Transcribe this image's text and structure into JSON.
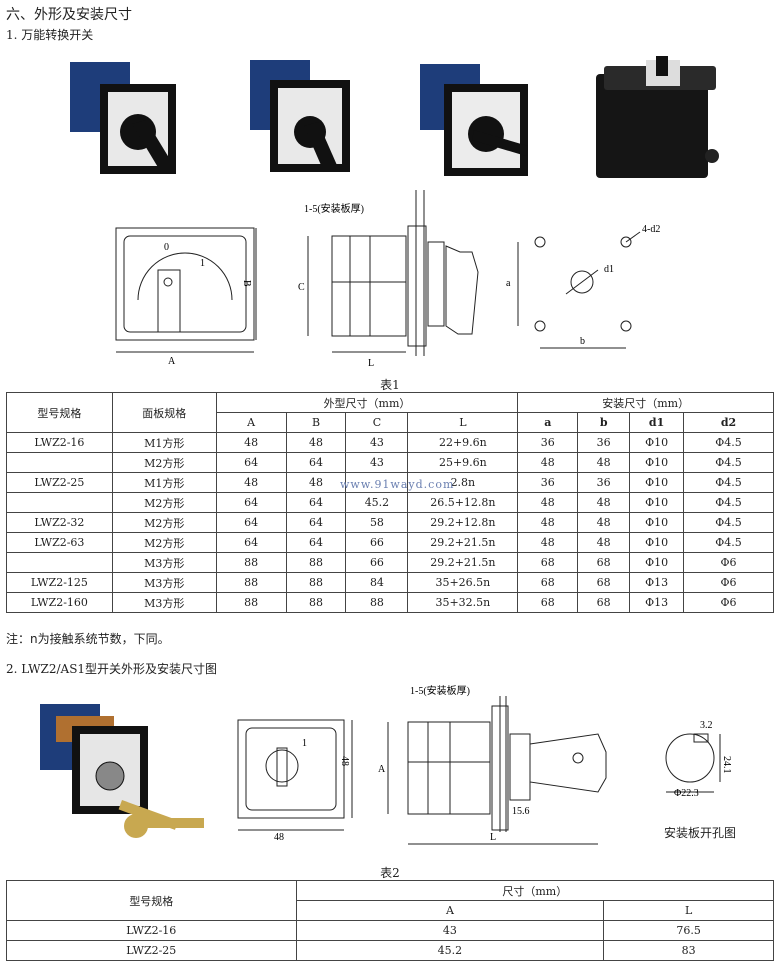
{
  "section_title": "六、外形及安装尺寸",
  "sub1_title": "1. 万能转换开关",
  "drawing1": {
    "label_A": "A",
    "label_B": "B",
    "label_C": "C",
    "label_L": "L",
    "label_a": "a",
    "label_b": "b",
    "label_d1": "d1",
    "label_4d2": "4-d2",
    "panel_thickness": "1-5(安装板厚)",
    "dial_0": "0",
    "dial_1": "1"
  },
  "table1": {
    "caption": "表1",
    "col_model": "型号规格",
    "col_panel": "面板规格",
    "group_outer": "外型尺寸（mm）",
    "group_install": "安装尺寸（mm）",
    "sub_headers": [
      "A",
      "B",
      "C",
      "L",
      "a",
      "b",
      "d1",
      "d2"
    ],
    "rows": [
      {
        "model": "LWZ2-16",
        "panel": "M1方形",
        "A": "48",
        "B": "48",
        "C": "43",
        "L": "22+9.6n",
        "a": "36",
        "b": "36",
        "d1": "Φ10",
        "d2": "Φ4.5"
      },
      {
        "model": "",
        "panel": "M2方形",
        "A": "64",
        "B": "64",
        "C": "43",
        "L": "25+9.6n",
        "a": "48",
        "b": "48",
        "d1": "Φ10",
        "d2": "Φ4.5"
      },
      {
        "model": "LWZ2-25",
        "panel": "M1方形",
        "A": "48",
        "B": "48",
        "C": "",
        "L": "2.8n",
        "a": "36",
        "b": "36",
        "d1": "Φ10",
        "d2": "Φ4.5"
      },
      {
        "model": "",
        "panel": "M2方形",
        "A": "64",
        "B": "64",
        "C": "45.2",
        "L": "26.5+12.8n",
        "a": "48",
        "b": "48",
        "d1": "Φ10",
        "d2": "Φ4.5"
      },
      {
        "model": "LWZ2-32",
        "panel": "M2方形",
        "A": "64",
        "B": "64",
        "C": "58",
        "L": "29.2+12.8n",
        "a": "48",
        "b": "48",
        "d1": "Φ10",
        "d2": "Φ4.5"
      },
      {
        "model": "LWZ2-63",
        "panel": "M2方形",
        "A": "64",
        "B": "64",
        "C": "66",
        "L": "29.2+21.5n",
        "a": "48",
        "b": "48",
        "d1": "Φ10",
        "d2": "Φ4.5"
      },
      {
        "model": "",
        "panel": "M3方形",
        "A": "88",
        "B": "88",
        "C": "66",
        "L": "29.2+21.5n",
        "a": "68",
        "b": "68",
        "d1": "Φ10",
        "d2": "Φ6"
      },
      {
        "model": "LWZ2-125",
        "panel": "M3方形",
        "A": "88",
        "B": "88",
        "C": "84",
        "L": "35+26.5n",
        "a": "68",
        "b": "68",
        "d1": "Φ13",
        "d2": "Φ6"
      },
      {
        "model": "LWZ2-160",
        "panel": "M3方形",
        "A": "88",
        "B": "88",
        "C": "88",
        "L": "35+32.5n",
        "a": "68",
        "b": "68",
        "d1": "Φ13",
        "d2": "Φ6"
      }
    ]
  },
  "watermark": "www.91wayd.com",
  "note": "注：n为接触系统节数，下同。",
  "sub2_title": "2. LWZ2/AS1型开关外形及安装尺寸图",
  "drawing2": {
    "dim_48_h": "48",
    "dim_48_v": "48",
    "label_A": "A",
    "label_L": "L",
    "panel_thickness": "1-5(安装板厚)",
    "dim_15_6": "15.6",
    "dim_3_2": "3.2",
    "dim_24_1": "24.1",
    "dim_22_3": "Φ22.3",
    "dial_1": "1",
    "hole_caption": "安装板开孔图"
  },
  "table2": {
    "caption": "表2",
    "col_model": "型号规格",
    "group_dim": "尺寸（mm）",
    "sub_headers": [
      "A",
      "L"
    ],
    "rows": [
      {
        "model": "LWZ2-16",
        "A": "43",
        "L": "76.5"
      },
      {
        "model": "LWZ2-25",
        "A": "45.2",
        "L": "83"
      }
    ]
  }
}
